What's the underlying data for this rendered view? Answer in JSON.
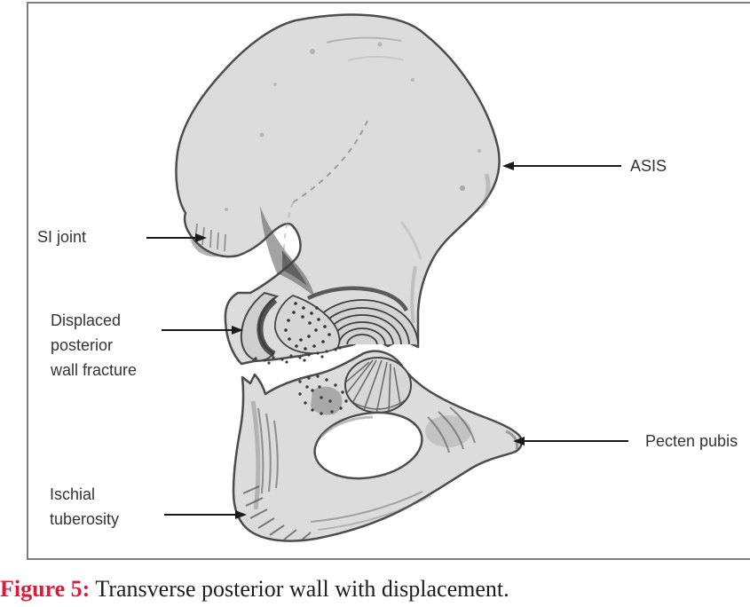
{
  "figure": {
    "caption": {
      "prefix": "Figure 5:",
      "text": " Transverse posterior wall with displacement.",
      "prefix_color": "#dc1b3c",
      "text_color": "#1d1d1d"
    },
    "frame_color": "#7d7d7d",
    "background_color": "#ffffff"
  },
  "illustration": {
    "subject": "hip-bone-lateral-view-with-transverse-posterior-wall-fracture",
    "bone_fill_color": "#dcdcdc",
    "outline_color": "#4d4d4d",
    "arrow_color": "#1a1a1a",
    "label_color": "#343434"
  },
  "annotations": {
    "si_joint": {
      "label": "SI joint"
    },
    "displaced": {
      "line1": "Displaced",
      "line2": "posterior",
      "line3": "wall fracture"
    },
    "ischial": {
      "line1": "Ischial",
      "line2": "tuberosity"
    },
    "asis": {
      "label": "ASIS"
    },
    "pecten": {
      "label": "Pecten pubis"
    }
  }
}
